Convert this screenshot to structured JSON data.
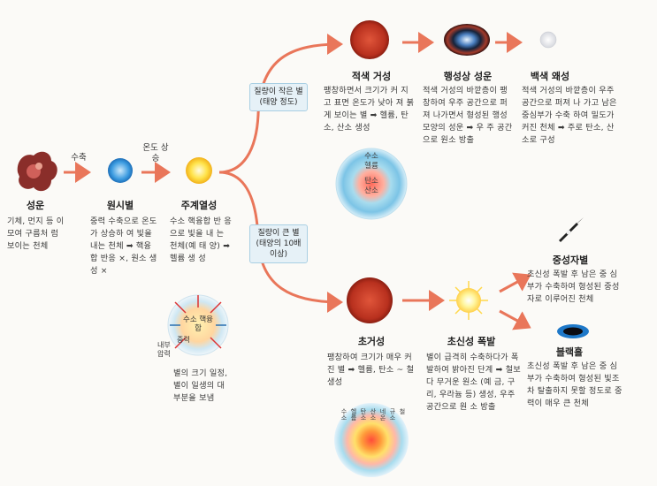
{
  "stages": {
    "nebula": {
      "title": "성운",
      "desc": "기체, 먼지 등 이 모여 구름처 럼 보이는 천체"
    },
    "protostar": {
      "title": "원시별",
      "desc": "중력 수축으로 온도가 상승하 여 빛을 내는 천체 ➡ 핵융 합 반응 ×, 원소 생성 ×"
    },
    "main_sequence": {
      "title": "주계열성",
      "desc": "수소 핵융합 반 응으로 빛을 내 는 천체(예 태 양) ➡ 헬륨 생 성",
      "note": "별의 크기 일정, 별이 일생의 대부분을 보냄"
    },
    "red_giant": {
      "title": "적색 거성",
      "desc": "팽창하면서 크기가 커 지고 표면 온도가 낮아 져 붉게 보이는 별 ➡ 헬륨, 탄소, 산소 생성"
    },
    "planetary_nebula": {
      "title": "행성상 성운",
      "desc": "적색 거성의 바깥층이 팽창하여 우주 공간으로 퍼져 나가면서 형성된 행성 모양의 성운 ➡ 우 주 공간으로 원소 방출"
    },
    "white_dwarf": {
      "title": "백색 왜성",
      "desc": "적색 거성의 바깥층이 우주 공간으로 퍼져 나 가고 남은 중심부가 수축 하여 밀도가 커진 천체 ➡ 주로 탄소, 산소로 구성"
    },
    "supergiant": {
      "title": "초거성",
      "desc": "팽창하여 크기가 매우 커진 별 ➡ 헬륨, 탄소 ~ 철 생성"
    },
    "supernova": {
      "title": "초신성 폭발",
      "desc": "별이 급격히 수축하다가 폭발하여 밝아진 단계 ➡ 철보다 무거운 원소 (예 금, 구리, 우라늄 등) 생성, 우주 공간으로 원 소 방출"
    },
    "neutron_star": {
      "title": "중성자별",
      "desc": "초신성 폭발 후 남은 중 심부가 수축하여 형성된 중성자로 이루어진 천체"
    },
    "black_hole": {
      "title": "블랙홀",
      "desc": "초신성 폭발 후 남은 중 심부가 수축하여 형성된 빛조차 탈출하지 못할 정도로 중력이 매우 큰 천체"
    }
  },
  "arrows": {
    "contraction": "수축",
    "temp_rise": "온도 상승"
  },
  "branches": {
    "small": "질량이 작은 별(태양 정도)",
    "large": "질량이 큰 별 (태양의 10배 이상)"
  },
  "main_seq_diagram": {
    "core": "수소 핵융합",
    "gravity": "중력",
    "pressure": "내부 압력"
  },
  "red_giant_layers": [
    "수소",
    "헬륨",
    "탄소",
    "산소"
  ],
  "supergiant_layers": [
    "수소",
    "헬륨",
    "탄소",
    "산소",
    "네온",
    "규소",
    "철"
  ],
  "colors": {
    "arrow": "#e9765a",
    "note_bg": "#e6f1f7"
  }
}
